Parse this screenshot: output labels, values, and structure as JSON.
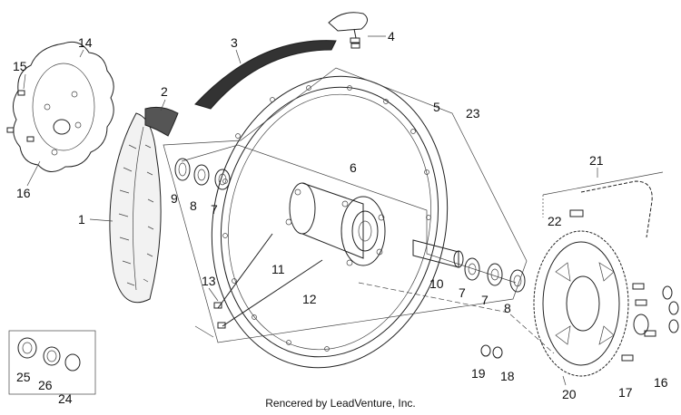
{
  "diagram": {
    "part_labels": [
      {
        "id": "1",
        "text": "1"
      },
      {
        "id": "2",
        "text": "2"
      },
      {
        "id": "3",
        "text": "3"
      },
      {
        "id": "4",
        "text": "4"
      },
      {
        "id": "5",
        "text": "5"
      },
      {
        "id": "6",
        "text": "6"
      },
      {
        "id": "7a",
        "text": "7"
      },
      {
        "id": "7b",
        "text": "7"
      },
      {
        "id": "7c",
        "text": "7"
      },
      {
        "id": "8a",
        "text": "8"
      },
      {
        "id": "8b",
        "text": "8"
      },
      {
        "id": "9",
        "text": "9"
      },
      {
        "id": "10",
        "text": "10"
      },
      {
        "id": "11",
        "text": "11"
      },
      {
        "id": "12",
        "text": "12"
      },
      {
        "id": "13",
        "text": "13"
      },
      {
        "id": "14",
        "text": "14"
      },
      {
        "id": "15",
        "text": "15"
      },
      {
        "id": "16a",
        "text": "16"
      },
      {
        "id": "16b",
        "text": "16"
      },
      {
        "id": "17",
        "text": "17"
      },
      {
        "id": "18",
        "text": "18"
      },
      {
        "id": "19",
        "text": "19"
      },
      {
        "id": "20",
        "text": "20"
      },
      {
        "id": "21",
        "text": "21"
      },
      {
        "id": "22",
        "text": "22"
      },
      {
        "id": "23",
        "text": "23"
      },
      {
        "id": "24",
        "text": "24"
      },
      {
        "id": "25",
        "text": "25"
      },
      {
        "id": "26",
        "text": "26"
      }
    ]
  },
  "footer": {
    "credit": "Rencered by LeadVenture, Inc."
  },
  "colors": {
    "line": "#222222",
    "background": "#ffffff",
    "tire_fill": "#f2f2f2"
  }
}
